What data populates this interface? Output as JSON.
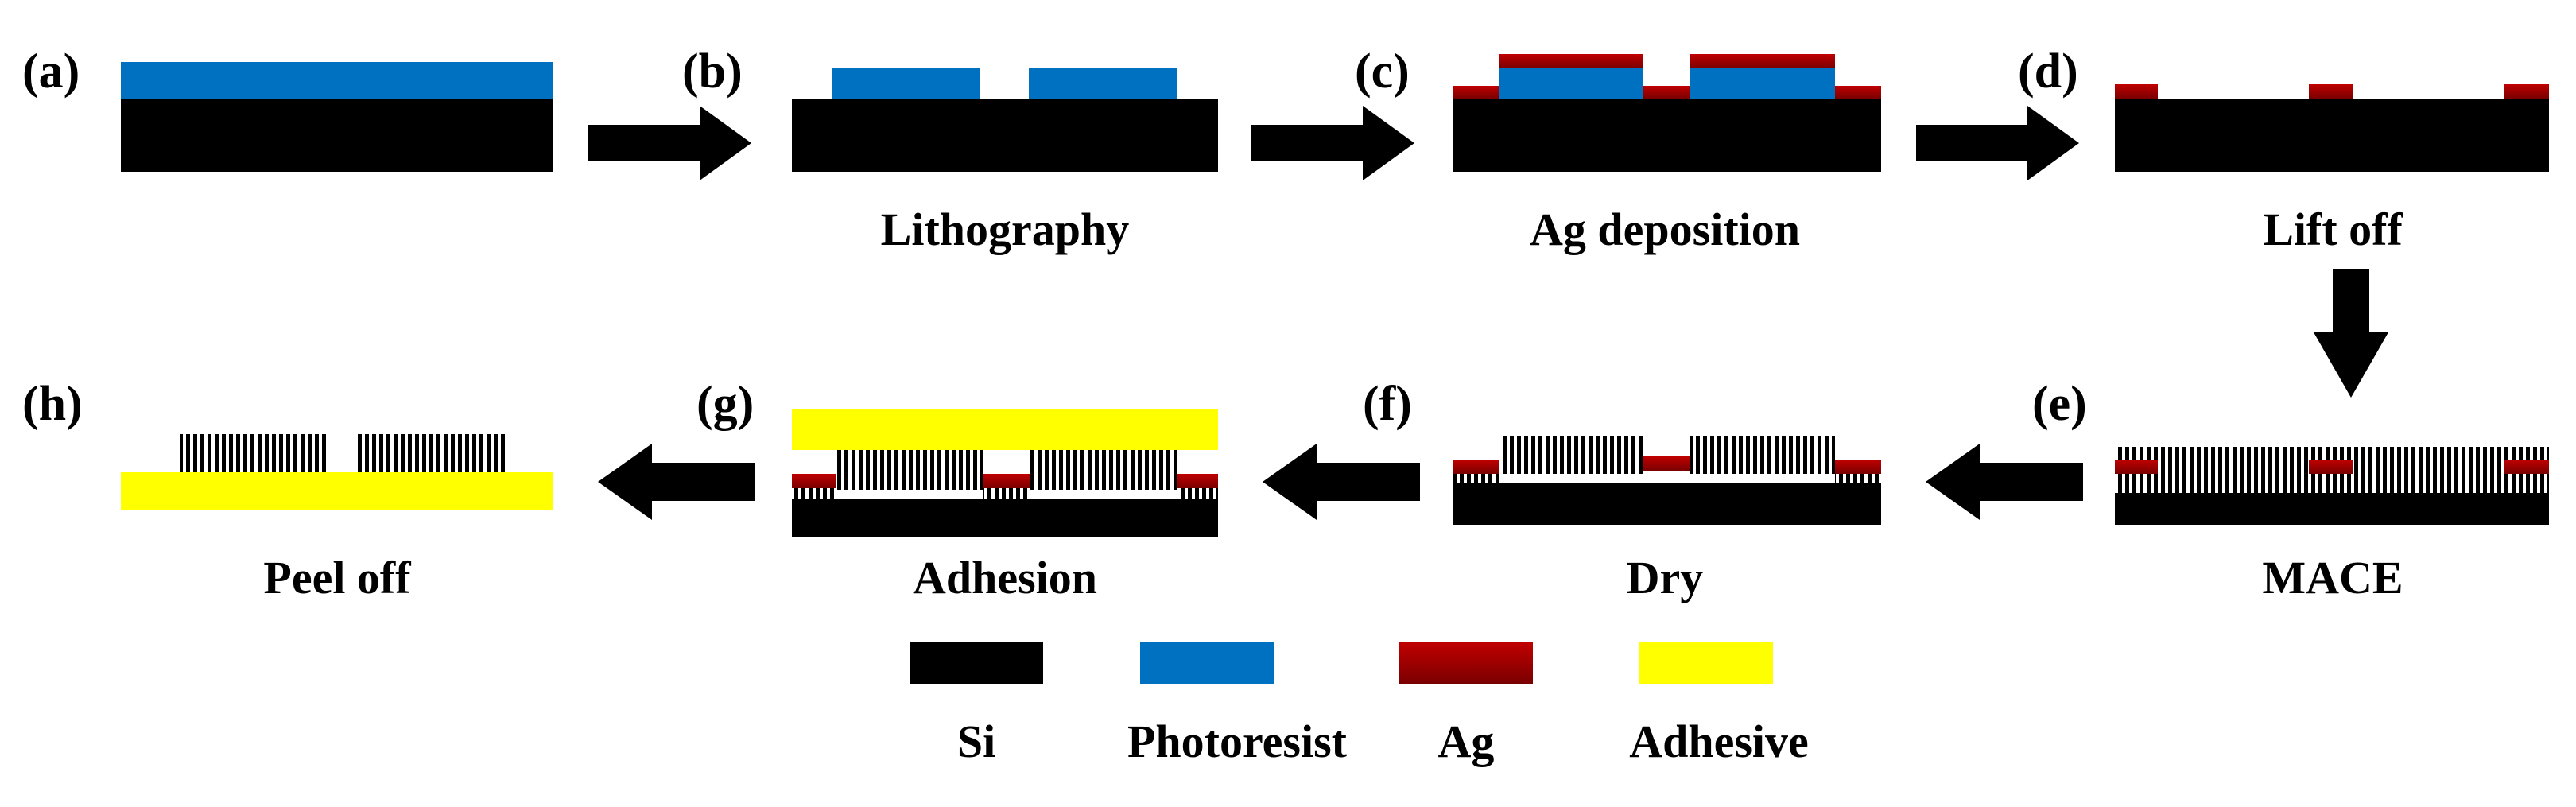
{
  "colors": {
    "si": "#000000",
    "photoresist": "#0070c0",
    "ag_top": "#c00000",
    "ag_bottom": "#7a0000",
    "adhesive": "#ffff00",
    "arrow": "#000000",
    "background": "#ffffff"
  },
  "panels": {
    "a": {
      "letter": "(a)",
      "label": ""
    },
    "b": {
      "letter": "(b)",
      "label": "Lithography"
    },
    "c": {
      "letter": "(c)",
      "label": "Ag deposition"
    },
    "d": {
      "letter": "(d)",
      "label": "Lift off"
    },
    "e": {
      "letter": "(e)",
      "label": "MACE"
    },
    "f": {
      "letter": "(f)",
      "label": "Dry"
    },
    "g": {
      "letter": "(g)",
      "label": "Adhesion"
    },
    "h": {
      "letter": "(h)",
      "label": "Peel off"
    }
  },
  "legend": [
    {
      "key": "si",
      "label": "Si"
    },
    {
      "key": "photoresist",
      "label": "Photoresist"
    },
    {
      "key": "ag",
      "label": "Ag"
    },
    {
      "key": "adhesive",
      "label": "Adhesive"
    }
  ]
}
